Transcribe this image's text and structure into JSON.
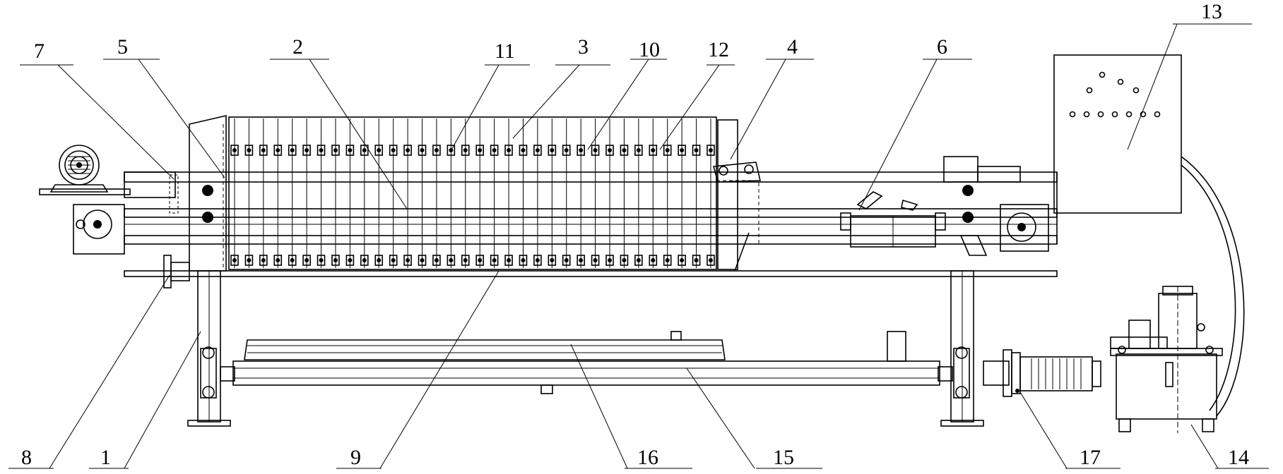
{
  "callouts": [
    {
      "id": "7",
      "label": "7"
    },
    {
      "id": "5",
      "label": "5"
    },
    {
      "id": "2",
      "label": "2"
    },
    {
      "id": "11",
      "label": "11"
    },
    {
      "id": "3",
      "label": "3"
    },
    {
      "id": "10",
      "label": "10"
    },
    {
      "id": "12",
      "label": "12"
    },
    {
      "id": "4",
      "label": "4"
    },
    {
      "id": "6",
      "label": "6"
    },
    {
      "id": "13",
      "label": "13"
    },
    {
      "id": "8",
      "label": "8"
    },
    {
      "id": "1",
      "label": "1"
    },
    {
      "id": "9",
      "label": "9"
    },
    {
      "id": "16",
      "label": "16"
    },
    {
      "id": "15",
      "label": "15"
    },
    {
      "id": "17",
      "label": "17"
    },
    {
      "id": "14",
      "label": "14"
    }
  ]
}
